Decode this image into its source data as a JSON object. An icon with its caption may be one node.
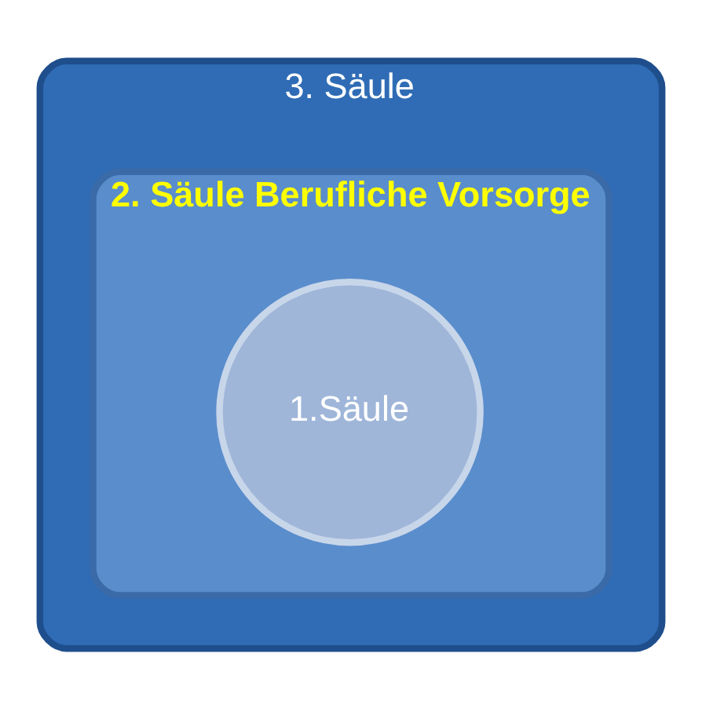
{
  "diagram": {
    "nodes": [
      {
        "text": [
          "3. Säule"
        ]
      },
      {
        "text": [
          "2. Säule Berufliche Vorsorge"
        ],
        "in": 0
      },
      {
        "text": [
          "1.Säule"
        ],
        "in": 1
      }
    ]
  }
}
